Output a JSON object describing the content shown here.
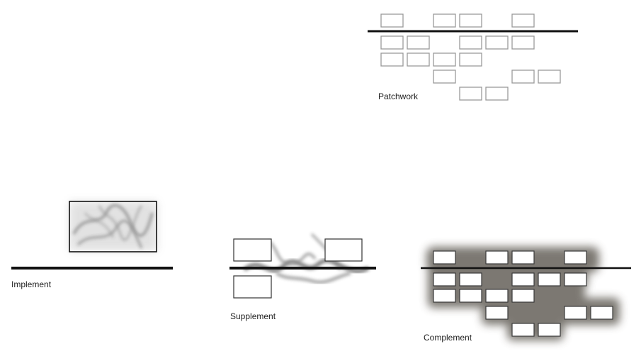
{
  "panels": {
    "patchwork": {
      "label": "Patchwork"
    },
    "implement": {
      "label": "Implement"
    },
    "supplement": {
      "label": "Supplement"
    },
    "complement": {
      "label": "Complement"
    }
  },
  "colors": {
    "line": "#111111",
    "box_stroke_light": "#9a9a9a",
    "box_stroke_dark": "#333333",
    "smoke": "#3a3a3a",
    "blob": "#6e6a64"
  }
}
